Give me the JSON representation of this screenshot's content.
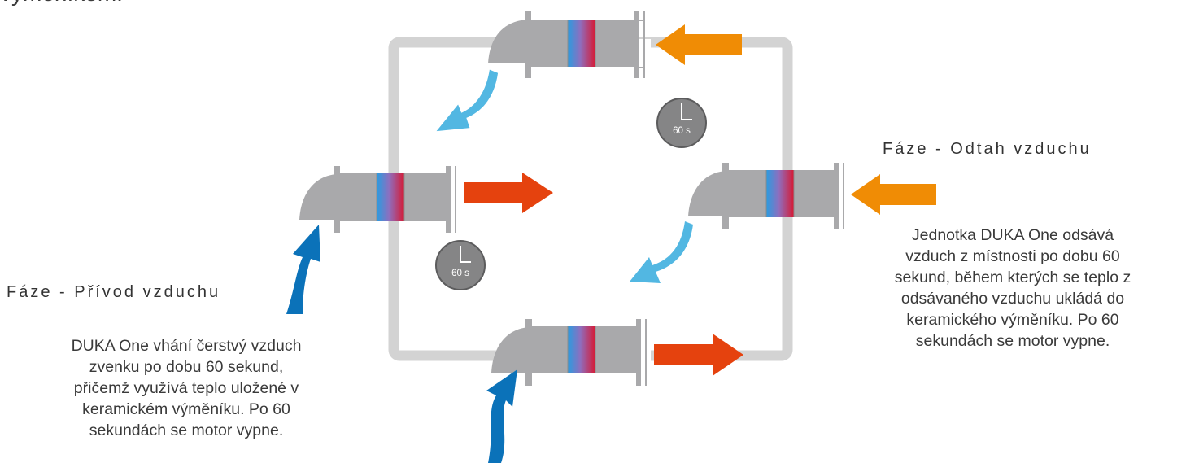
{
  "top_text_fragment": "výměníkem.",
  "supply_phase": {
    "title": "Fáze - Přívod vzduchu",
    "description": "DUKA One vhání čerstvý vzduch\nzvenku po dobu 60 sekund,\npřičemž využívá teplo uložené v\nkeramickém výměníku. Po 60\nsekundách se motor vypne."
  },
  "extract_phase": {
    "title": "Fáze - Odtah vzduchu",
    "description": "Jednotka DUKA One odsává\nvzduch z místnosti po dobu 60\nsekund, během kterých se teplo z\nodsávaného vzduchu ukládá do\nkeramického výměníku. Po 60\nsekundách se motor vypne."
  },
  "timers": {
    "top": "60 s",
    "left": "60 s"
  },
  "colors": {
    "housing": "#a9a9ab",
    "frame": "#d3d3d3",
    "hot_arrow": "#e5420e",
    "warm_arrow": "#f08c05",
    "cool_arrow": "#52b7e2",
    "cold_arrow": "#0b72b9",
    "exchanger_cold": "#2a9ce0",
    "exchanger_hot": "#d71933",
    "clock": "#858586"
  },
  "icons": [
    "ventilator-unit-icon",
    "clock-icon",
    "airflow-arrow-icon"
  ]
}
